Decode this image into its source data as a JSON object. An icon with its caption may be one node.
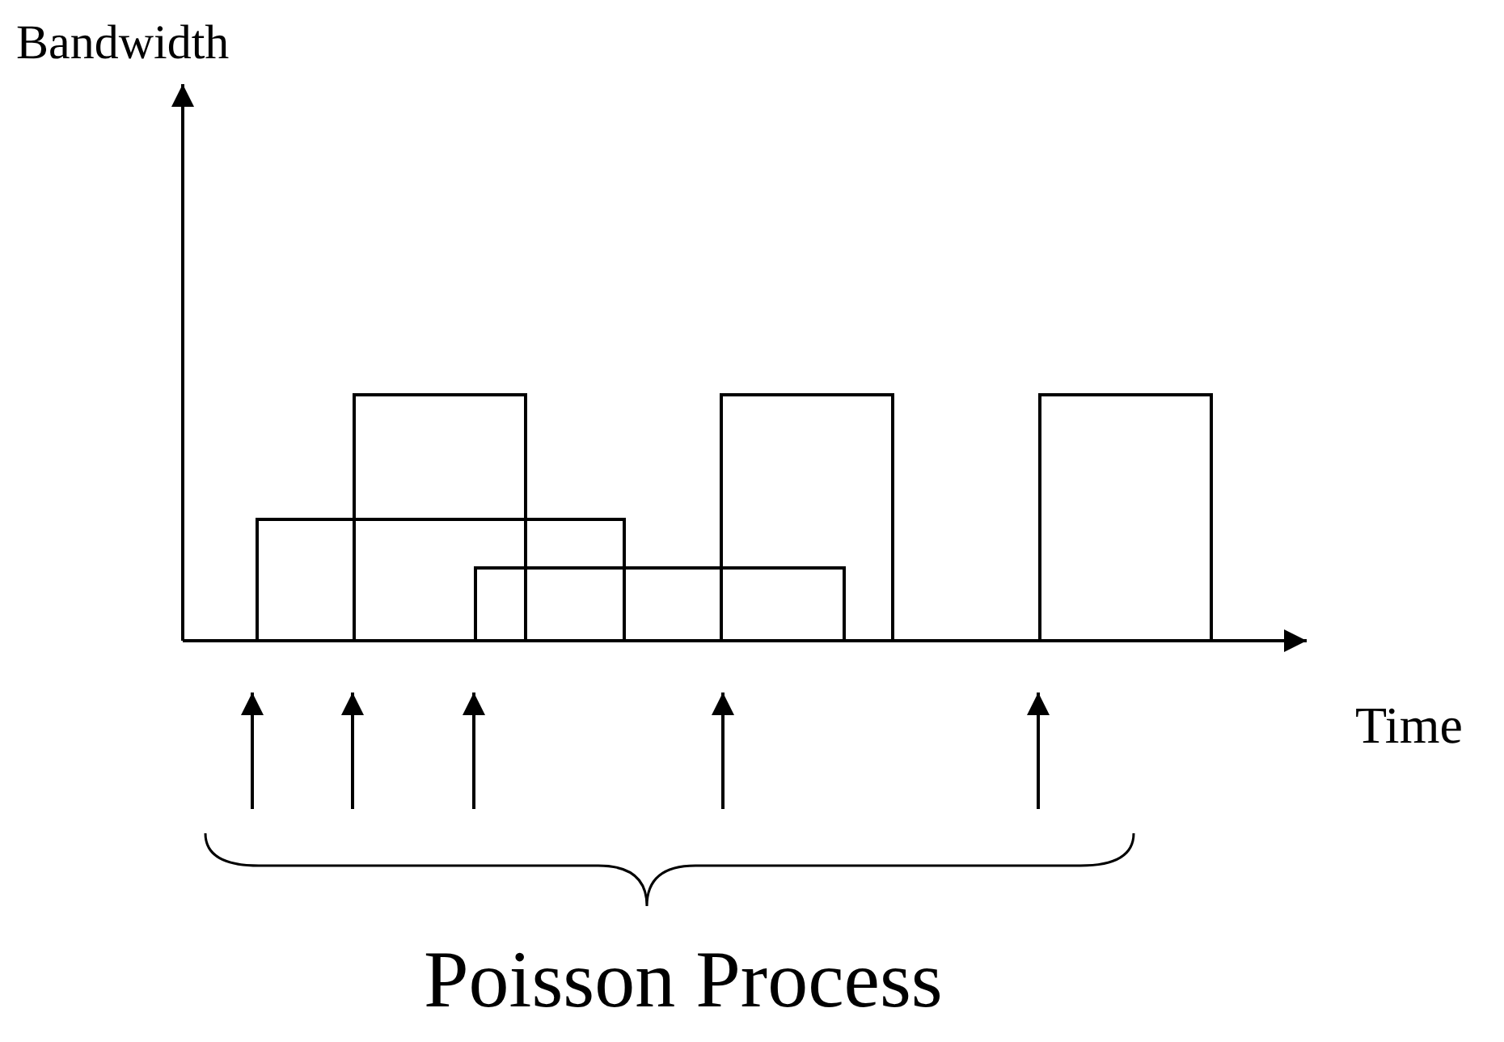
{
  "diagram": {
    "labels": [
      "Bandwidth",
      "Time",
      "Poisson Process"
    ]
  }
}
